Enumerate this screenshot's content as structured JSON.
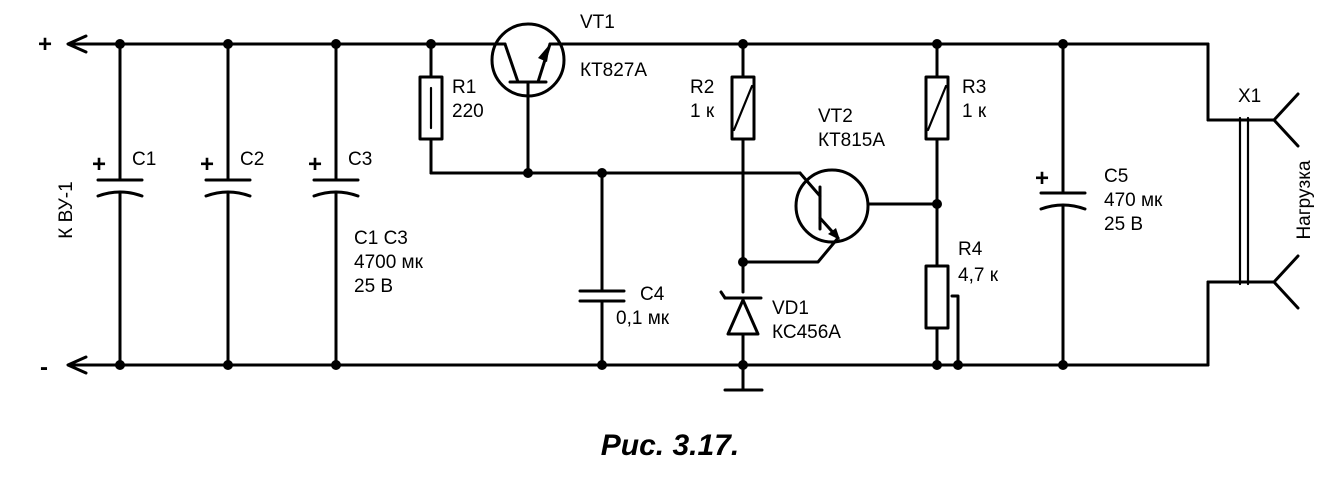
{
  "rails": {
    "plus": "+",
    "minus": "-"
  },
  "connector_left": "К ВУ-1",
  "c1": {
    "ref": "C1",
    "polarity": "+"
  },
  "c2": {
    "ref": "C2",
    "polarity": "+"
  },
  "c3": {
    "ref": "C3",
    "polarity": "+"
  },
  "c123_note": {
    "refs": "C1   C3",
    "value": "4700 мк",
    "voltage": "25 В"
  },
  "r1": {
    "ref": "R1",
    "value": "220"
  },
  "vt1": {
    "ref": "VT1",
    "part": "КТ827А"
  },
  "r2": {
    "ref": "R2",
    "value": "1 к"
  },
  "vt2": {
    "ref": "VT2",
    "part": "КТ815А"
  },
  "r3": {
    "ref": "R3",
    "value": "1 к"
  },
  "c4": {
    "ref": "C4",
    "value": "0,1 мк"
  },
  "vd1": {
    "ref": "VD1",
    "part": "КС456А"
  },
  "r4": {
    "ref": "R4",
    "value": "4,7 к"
  },
  "c5": {
    "ref": "C5",
    "polarity": "+",
    "value": "470 мк",
    "voltage": "25 В"
  },
  "x1": {
    "ref": "X1"
  },
  "load": "Нагрузка",
  "caption": "Рис. 3.17."
}
